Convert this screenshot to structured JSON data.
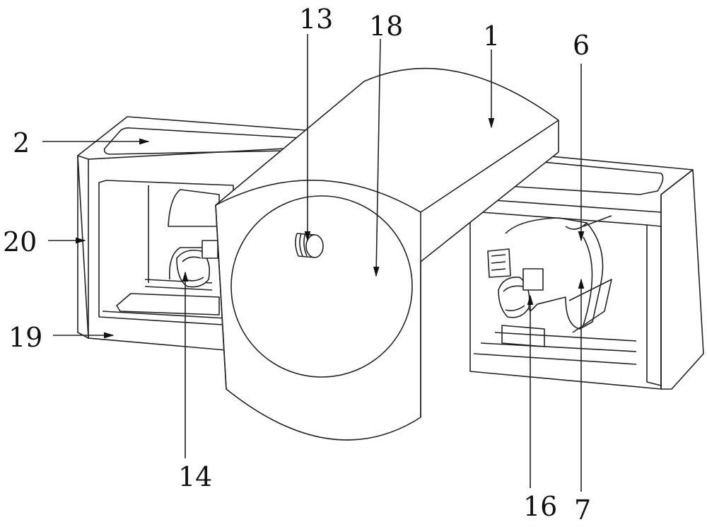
{
  "figure": {
    "labels": {
      "l13": "13",
      "l18": "18",
      "l1": "1",
      "l6": "6",
      "l2": "2",
      "l20": "20",
      "l19": "19",
      "l14": "14",
      "l16": "16",
      "l7": "7"
    }
  }
}
